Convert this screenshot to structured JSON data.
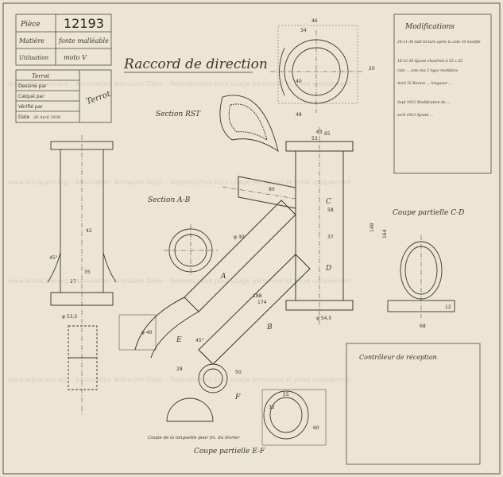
{
  "title_block": {
    "piece_label": "Pièce",
    "piece_number": "12193",
    "matiere_label": "Matière",
    "matiere_value": "fonte malléable",
    "utilisation_label": "Utilisation",
    "utilisation_value": "moto V",
    "approvals_title": "Terrot",
    "dessine_label": "Dessiné par",
    "calque_label": "Calqué par",
    "verifie_label": "Vérifié par",
    "date_label": "Date",
    "date_value": "28 Avril 1930",
    "signature": "Terrot"
  },
  "drawing_title": "Raccord de direction",
  "section_labels": {
    "rst": "Section RST",
    "ab": "Section A-B",
    "cd": "Coupe partielle C-D",
    "ef": "Coupe partielle E-F",
    "languette": "Coupe de la languette pour fix. du lévrier",
    "controle": "Contrôleur de réception"
  },
  "modifications": {
    "title": "Modifications",
    "entries": [
      "24-11-30 Add lecture après la cote 10 modifié",
      "18-12-30 Ajouté chanfrein à 55 x 55",
      "cote ... cote des 2 tiges modifiées",
      "Avril 32 Bavure ... longueur ...",
      "Sept 1932 Modification du ...",
      "avril 1933 Ajouté ..."
    ]
  },
  "dimensions": [
    "42",
    "35",
    "27",
    "45°",
    "φ 53,5",
    "φ 54,5",
    "46",
    "34",
    "63",
    "40",
    "20",
    "48",
    "65",
    "53",
    "80",
    "58",
    "149",
    "164",
    "55",
    "60",
    "37",
    "12",
    "68",
    "32",
    "φ 30",
    "φ 40",
    "188",
    "174",
    "50",
    "45°",
    "28"
  ],
  "watermark": "www.arbracam.org – Association Arbracam Dijon – Reproduction pour usage personnel et privé uniquement"
}
